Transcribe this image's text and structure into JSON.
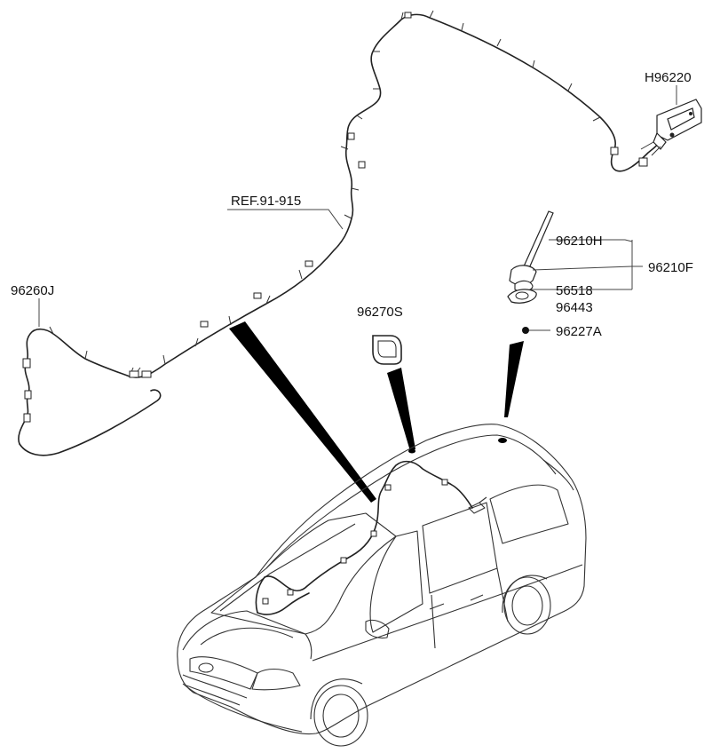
{
  "labels": {
    "mirror_antenna": "H96220",
    "roof_wire_ref": "REF.91-915",
    "rear_cable": "96260J",
    "gasket": "96270S",
    "antenna_pole": "96210H",
    "antenna_assy": "96210F",
    "base_screw": "56518",
    "base_pad": "96443",
    "grommet": "96227A"
  }
}
